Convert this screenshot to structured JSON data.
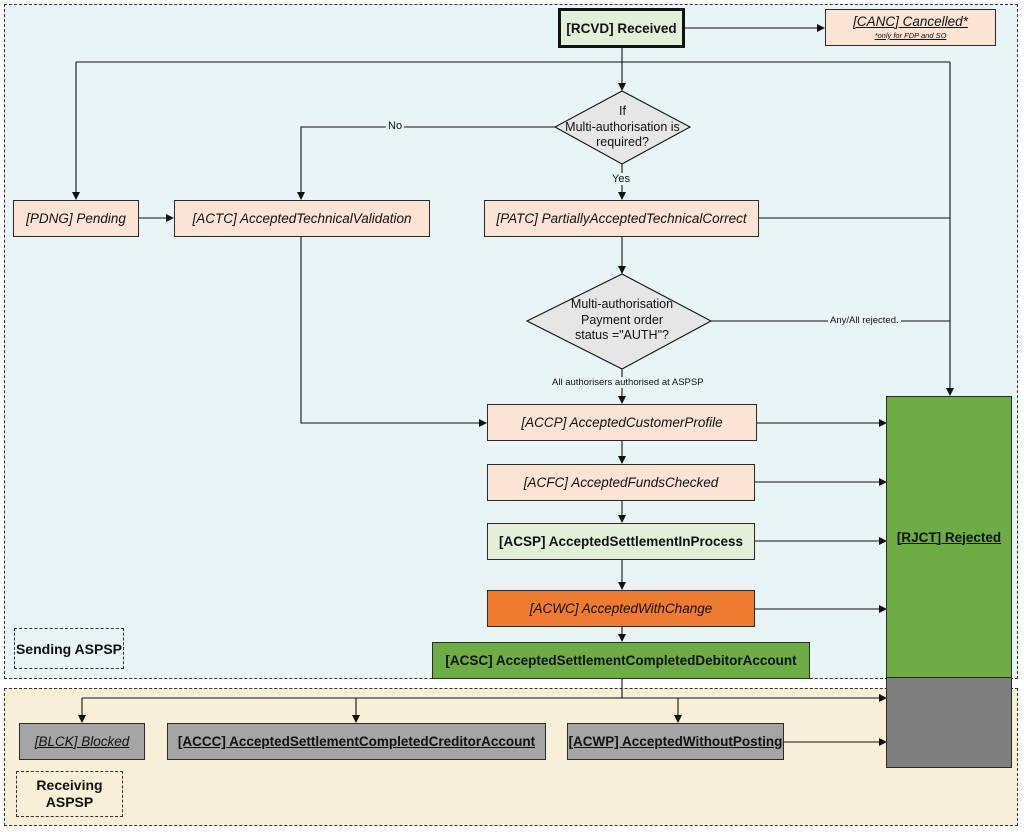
{
  "zones": {
    "sending": "Sending ASPSP",
    "receiving_line1": "Receiving",
    "receiving_line2": "ASPSP"
  },
  "nodes": {
    "rcvd": "[RCVD] Received",
    "canc": "[CANC] Cancelled*",
    "canc_note": "*only for FDP and SO",
    "pdng": "[PDNG] Pending",
    "actc": "[ACTC] AcceptedTechnicalValidation",
    "patc": "[PATC] PartiallyAcceptedTechnicalCorrect",
    "accp": "[ACCP] AcceptedCustomerProfile",
    "acfc": "[ACFC] AcceptedFundsChecked",
    "acsp": "[ACSP] AcceptedSettlementInProcess",
    "acwc": "[ACWC] AcceptedWithChange",
    "acsc": "[ACSC] AcceptedSettlementCompletedDebitorAccount",
    "rjct": "[RJCT] Rejected",
    "blck": "[BLCK] Blocked",
    "accc": "[ACCC] AcceptedSettlementCompletedCreditorAccount",
    "acwp": "[ACWP] AcceptedWithoutPosting"
  },
  "decisions": {
    "multi_auth_required": [
      "If",
      "Multi-authorisation is",
      "required?"
    ],
    "auth_status": [
      "Multi-authorisation",
      "Payment order",
      "status =\"AUTH\"?"
    ]
  },
  "edge_labels": {
    "no": "No",
    "yes": "Yes",
    "all_rejected": "Any/All rejected.",
    "all_authorised": "All authorisers authorised at ASPSP"
  },
  "colors": {
    "peach": "#fbe4d5",
    "light_green": "#e3efd9",
    "orange": "#ee7b2f",
    "green": "#6eac45",
    "gray": "#a5a5a5",
    "dark_gray": "#7f7f7f"
  }
}
